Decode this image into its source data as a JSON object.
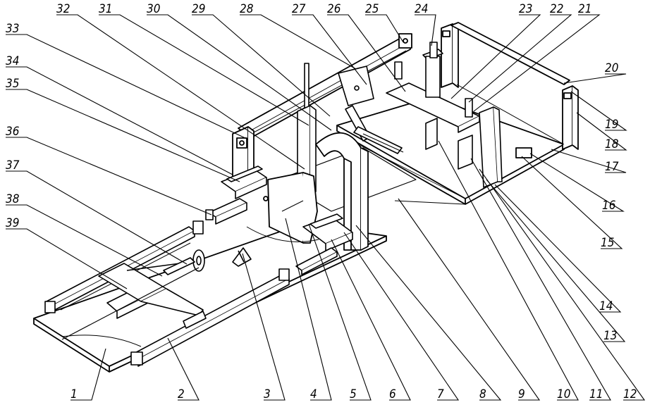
{
  "figure": {
    "labels": [
      "1",
      "2",
      "3",
      "4",
      "5",
      "6",
      "7",
      "8",
      "9",
      "10",
      "11",
      "12",
      "13",
      "14",
      "15",
      "16",
      "17",
      "18",
      "19",
      "20",
      "21",
      "22",
      "23",
      "24",
      "25",
      "26",
      "27",
      "28",
      "29",
      "30",
      "31",
      "32",
      "33",
      "34",
      "35",
      "36",
      "37",
      "38",
      "39"
    ]
  }
}
